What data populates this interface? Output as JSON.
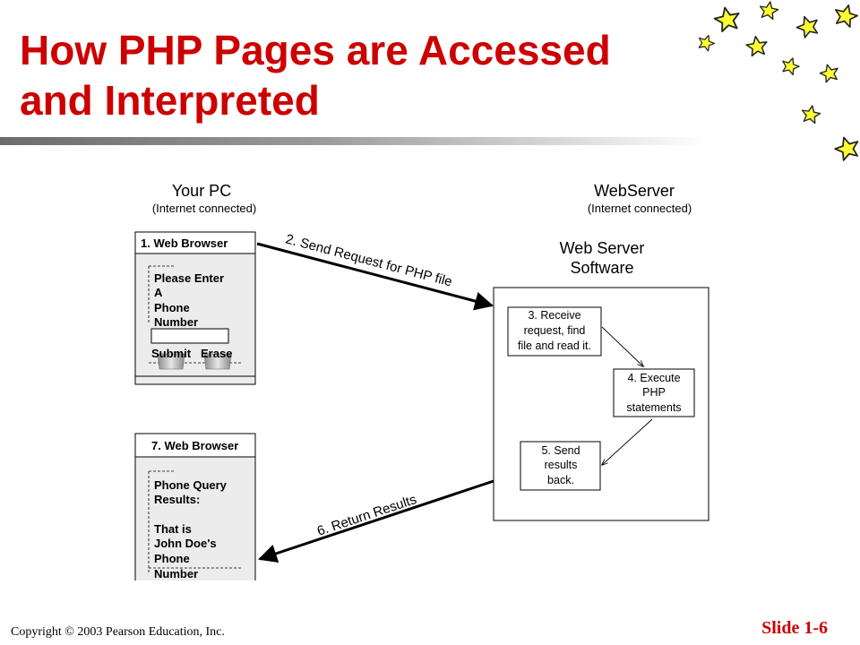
{
  "slide": {
    "title_line1": "How PHP Pages are Accessed",
    "title_line2": "and Interpreted",
    "copyright": "Copyright © 2003 Pearson Education, Inc.",
    "slide_number": "Slide 1-6",
    "title_color": "#cc0000"
  },
  "diagram": {
    "pc": {
      "heading": "Your PC",
      "subheading": "(Internet connected)"
    },
    "server": {
      "heading": "WebServer",
      "subheading": "(Internet connected)",
      "software_line1": "Web Server",
      "software_line2": "Software"
    },
    "browser1": {
      "title": "1. Web Browser",
      "lines": [
        "Please Enter",
        "A",
        "Phone",
        "Number"
      ],
      "submit_label": "Submit",
      "erase_label": "Erase"
    },
    "browser7": {
      "title": "7. Web Browser",
      "lines": [
        "Phone Query",
        "Results:",
        "",
        "That is",
        "John Doe's",
        "Phone",
        "Number"
      ]
    },
    "steps": {
      "step3": [
        "3. Receive",
        "request, find",
        "file and read it."
      ],
      "step4": [
        "4. Execute",
        "PHP",
        "statements"
      ],
      "step5": [
        "5. Send",
        "results",
        "back."
      ]
    },
    "arrows": {
      "send_request": "2. Send Request for PHP file",
      "return_results": "6. Return Results"
    }
  }
}
